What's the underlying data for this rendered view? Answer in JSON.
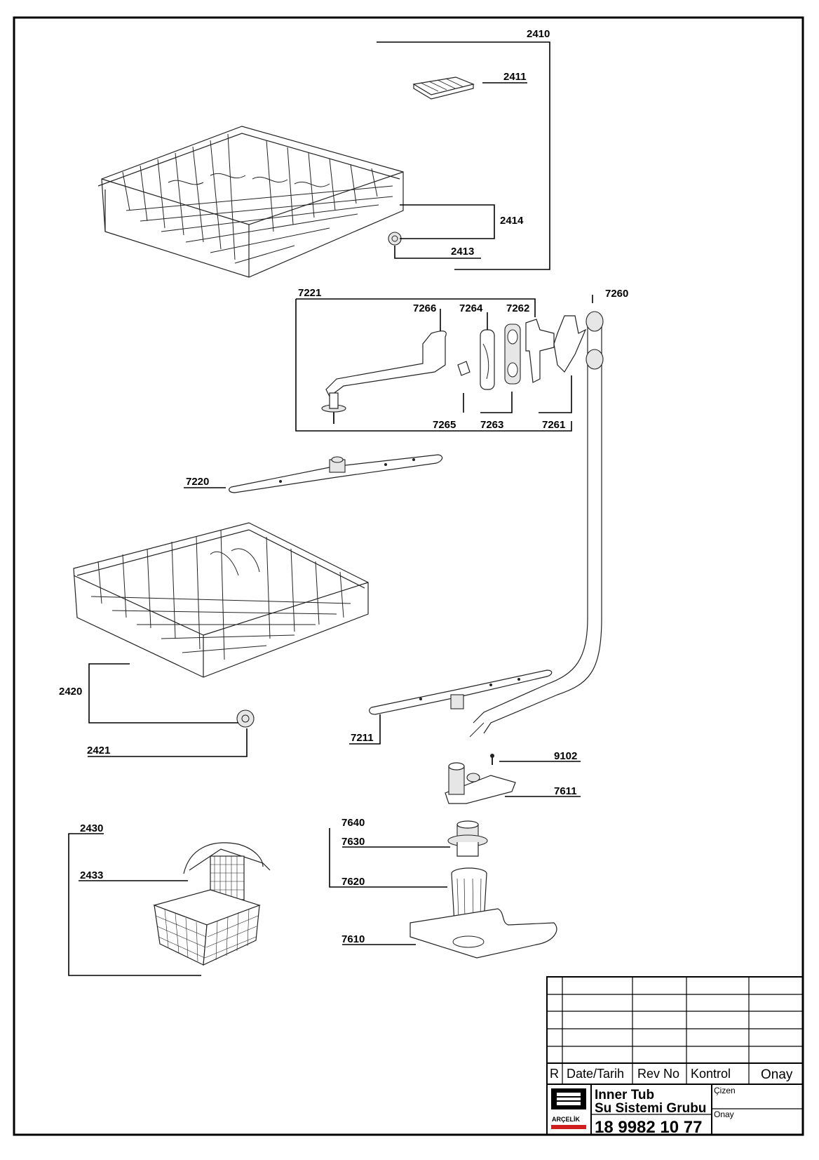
{
  "parts": {
    "p2410": "2410",
    "p2411": "2411",
    "p2414": "2414",
    "p2413": "2413",
    "p7221": "7221",
    "p7266": "7266",
    "p7264": "7264",
    "p7262": "7262",
    "p7260": "7260",
    "p7265": "7265",
    "p7263": "7263",
    "p7261": "7261",
    "p7220": "7220",
    "p2420": "2420",
    "p2421": "2421",
    "p7211": "7211",
    "p9102": "9102",
    "p7611": "7611",
    "p2430": "2430",
    "p2433": "2433",
    "p7640": "7640",
    "p7630": "7630",
    "p7620": "7620",
    "p7610": "7610"
  },
  "title_block": {
    "col_r": "R",
    "col_date": "Date/Tarih",
    "col_rev": "Rev No",
    "col_kontrol": "Kontrol",
    "col_onay": "Onay",
    "title_line1": "Inner Tub",
    "title_line2": "Su Sistemi Grubu",
    "drawing_number": "18 9982 10 77",
    "cizen_label": "Çizen",
    "onay_label": "Onay",
    "logo_text": "ARÇELİK",
    "brand_color": "#d01e1e"
  }
}
